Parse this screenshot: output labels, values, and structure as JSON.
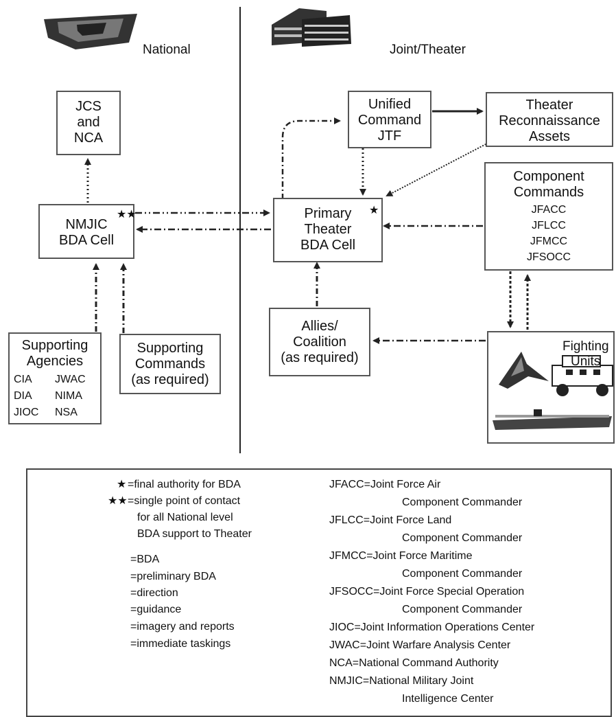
{
  "headers": {
    "national": "National",
    "joint": "Joint/Theater"
  },
  "boxes": {
    "jcs": [
      "JCS",
      "and",
      "NCA"
    ],
    "nmjic": [
      "NMJIC",
      "BDA Cell"
    ],
    "nmjic_star": "★★",
    "supp_agencies_title": [
      "Supporting",
      "Agencies"
    ],
    "supp_agencies_list": [
      [
        "CIA",
        "JWAC"
      ],
      [
        "DIA",
        "NIMA"
      ],
      [
        "JIOC",
        "NSA"
      ]
    ],
    "supp_commands": [
      "Supporting",
      "Commands",
      "(as required)"
    ],
    "unified": [
      "Unified",
      "Command",
      "JTF"
    ],
    "recon": [
      "Theater",
      "Reconnaissance",
      "Assets"
    ],
    "primary": [
      "Primary",
      "Theater",
      "BDA Cell"
    ],
    "primary_star": "★",
    "component_title": [
      "Component",
      "Commands"
    ],
    "component_list": [
      "JFACC",
      "JFLCC",
      "JFMCC",
      "JFSOCC"
    ],
    "allies": [
      "Allies/",
      "Coalition",
      "(as required)"
    ],
    "fighting": [
      "Fighting",
      "Units"
    ]
  },
  "legend": {
    "stars": [
      {
        "symbol": "★",
        "text": [
          "=final authority for BDA"
        ]
      },
      {
        "symbol": "★★",
        "text": [
          "=single point of contact",
          "for all National level",
          "BDA support to Theater"
        ]
      }
    ],
    "lines": [
      {
        "style": "dashdot",
        "label": "=BDA"
      },
      {
        "style": "dotted",
        "label": "=preliminary BDA"
      },
      {
        "style": "solid",
        "label": "=direction"
      },
      {
        "style": "dashed",
        "label": "=guidance"
      },
      {
        "style": "hatched",
        "label": "=imagery and reports"
      },
      {
        "style": "dashdot2",
        "label": "=immediate taskings"
      }
    ],
    "acronyms": [
      "JFACC=Joint Force Air",
      "Component Commander",
      "JFLCC=Joint Force Land",
      "Component Commander",
      "JFMCC=Joint Force Maritime",
      "Component Commander",
      "JFSOCC=Joint Force Special Operation",
      "Component Commander",
      "JIOC=Joint Information Operations Center",
      "JWAC=Joint Warfare Analysis Center",
      "NCA=National Command Authority",
      "NMJIC=National Military Joint",
      "Intelligence Center"
    ]
  },
  "icons": [
    "pentagon-icon",
    "building-icon",
    "aircraft-icon",
    "humvee-icon",
    "ship-icon"
  ],
  "colors": {
    "line": "#222222",
    "box_border": "#555555"
  }
}
